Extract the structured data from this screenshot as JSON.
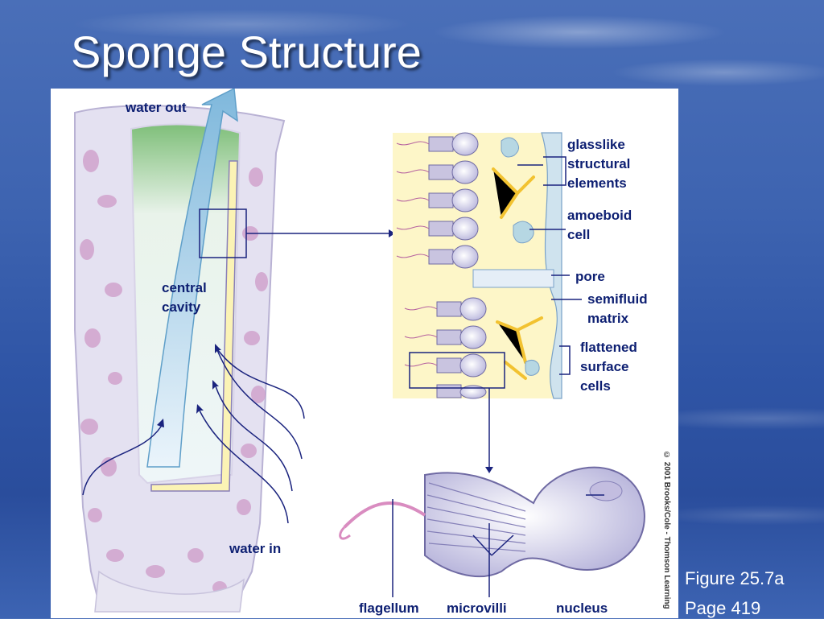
{
  "title": "Sponge Structure",
  "labels": {
    "water_out": "water out",
    "central_cavity": [
      "central",
      "cavity"
    ],
    "water_in": "water in",
    "glasslike": [
      "glasslike",
      "structural",
      "elements"
    ],
    "amoeboid": [
      "amoeboid",
      "cell"
    ],
    "pore": "pore",
    "semifluid": [
      "semifluid",
      "matrix"
    ],
    "flattened": [
      "flattened",
      "surface",
      "cells"
    ],
    "flagellum": "flagellum",
    "microvilli": "microvilli",
    "nucleus": "nucleus"
  },
  "copyright": "© 2001 Brooks/Cole - Thomson Learning",
  "figure_ref": [
    "Figure 25.7a",
    "Page 419"
  ],
  "colors": {
    "label": "#0d1f72",
    "arrow_line": "#1a237e",
    "sponge_body": "#e6e2f2",
    "sponge_spots": "#c89ac4",
    "cavity": "#ecf4f6",
    "matrix": "#fdf6c8",
    "water_arrow": "#8fc3e0"
  }
}
